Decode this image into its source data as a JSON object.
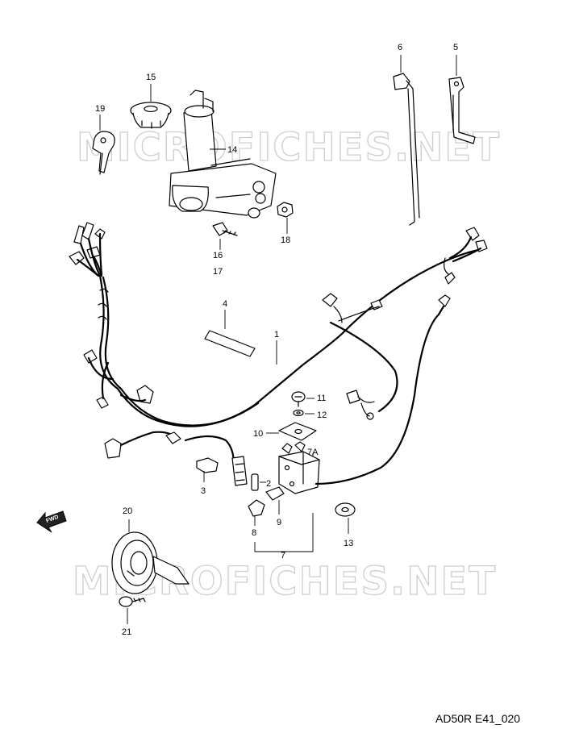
{
  "watermark": "MICROFICHES.NET",
  "diagram_code": "AD50R E41_020",
  "fwd_label": "FWD",
  "callouts": {
    "p1": "1",
    "p2": "2",
    "p3": "3",
    "p4": "4",
    "p5": "5",
    "p6": "6",
    "p7": "7",
    "p7a": "7A",
    "p8": "8",
    "p9": "9",
    "p10": "10",
    "p11": "11",
    "p12": "12",
    "p13": "13",
    "p14": "14",
    "p15": "15",
    "p16": "16",
    "p17": "17",
    "p18": "18",
    "p19": "19",
    "p20": "20",
    "p21": "21"
  }
}
